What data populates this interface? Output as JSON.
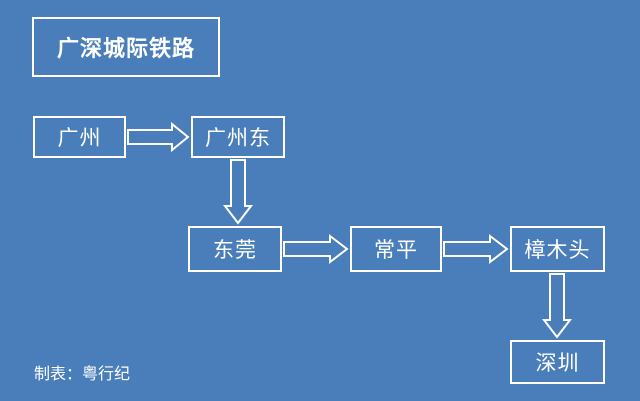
{
  "title": "广深城际铁路",
  "stations": {
    "guangzhou": "广州",
    "guangzhou_east": "广州东",
    "dongguan": "东莞",
    "changping": "常平",
    "zhangmutou": "樟木头",
    "shenzhen": "深圳"
  },
  "credit": "制表：粤行纪",
  "colors": {
    "background": "#4a7ebb",
    "line": "#ffffff"
  }
}
